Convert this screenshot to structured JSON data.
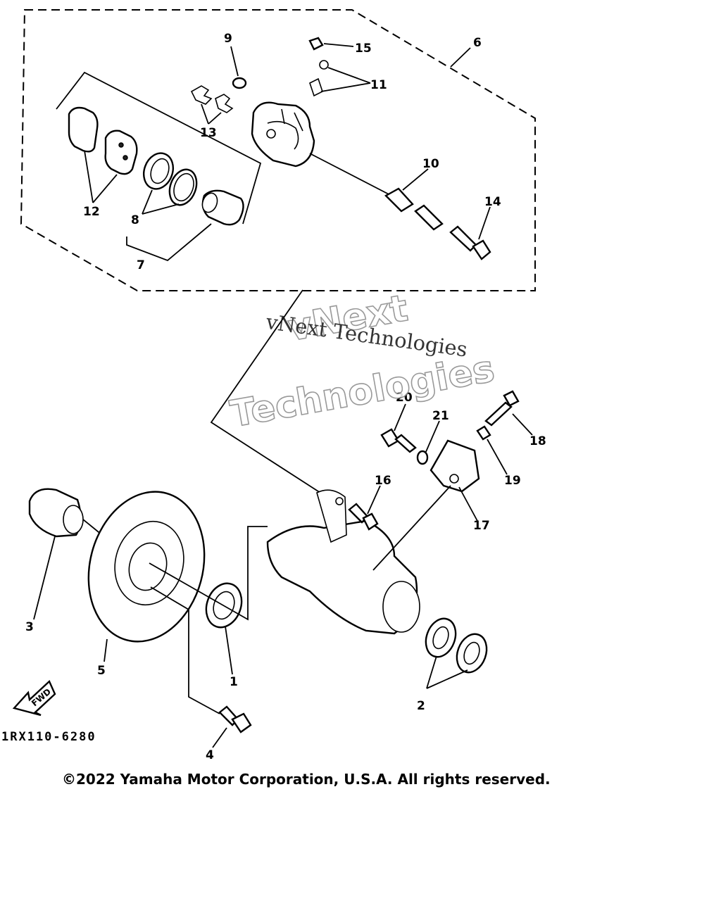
{
  "diagram": {
    "callouts": [
      {
        "id": "c1",
        "label": "1"
      },
      {
        "id": "c2",
        "label": "2"
      },
      {
        "id": "c3",
        "label": "3"
      },
      {
        "id": "c4",
        "label": "4"
      },
      {
        "id": "c5",
        "label": "5"
      },
      {
        "id": "c6",
        "label": "6"
      },
      {
        "id": "c7",
        "label": "7"
      },
      {
        "id": "c8",
        "label": "8"
      },
      {
        "id": "c9",
        "label": "9"
      },
      {
        "id": "c10",
        "label": "10"
      },
      {
        "id": "c11",
        "label": "11"
      },
      {
        "id": "c12",
        "label": "12"
      },
      {
        "id": "c13",
        "label": "13"
      },
      {
        "id": "c14",
        "label": "14"
      },
      {
        "id": "c15",
        "label": "15"
      },
      {
        "id": "c16",
        "label": "16"
      },
      {
        "id": "c17",
        "label": "17"
      },
      {
        "id": "c18",
        "label": "18"
      },
      {
        "id": "c19",
        "label": "19"
      },
      {
        "id": "c20",
        "label": "20"
      },
      {
        "id": "c21",
        "label": "21"
      }
    ],
    "fwd_label": "FWD",
    "drawing_code": "1RX110-6280"
  },
  "watermark": {
    "line1": "vNext",
    "line2": "Technologies",
    "serif": "vNext Technologies"
  },
  "copyright": "©2022 Yamaha Motor Corporation, U.S.A. All rights reserved."
}
